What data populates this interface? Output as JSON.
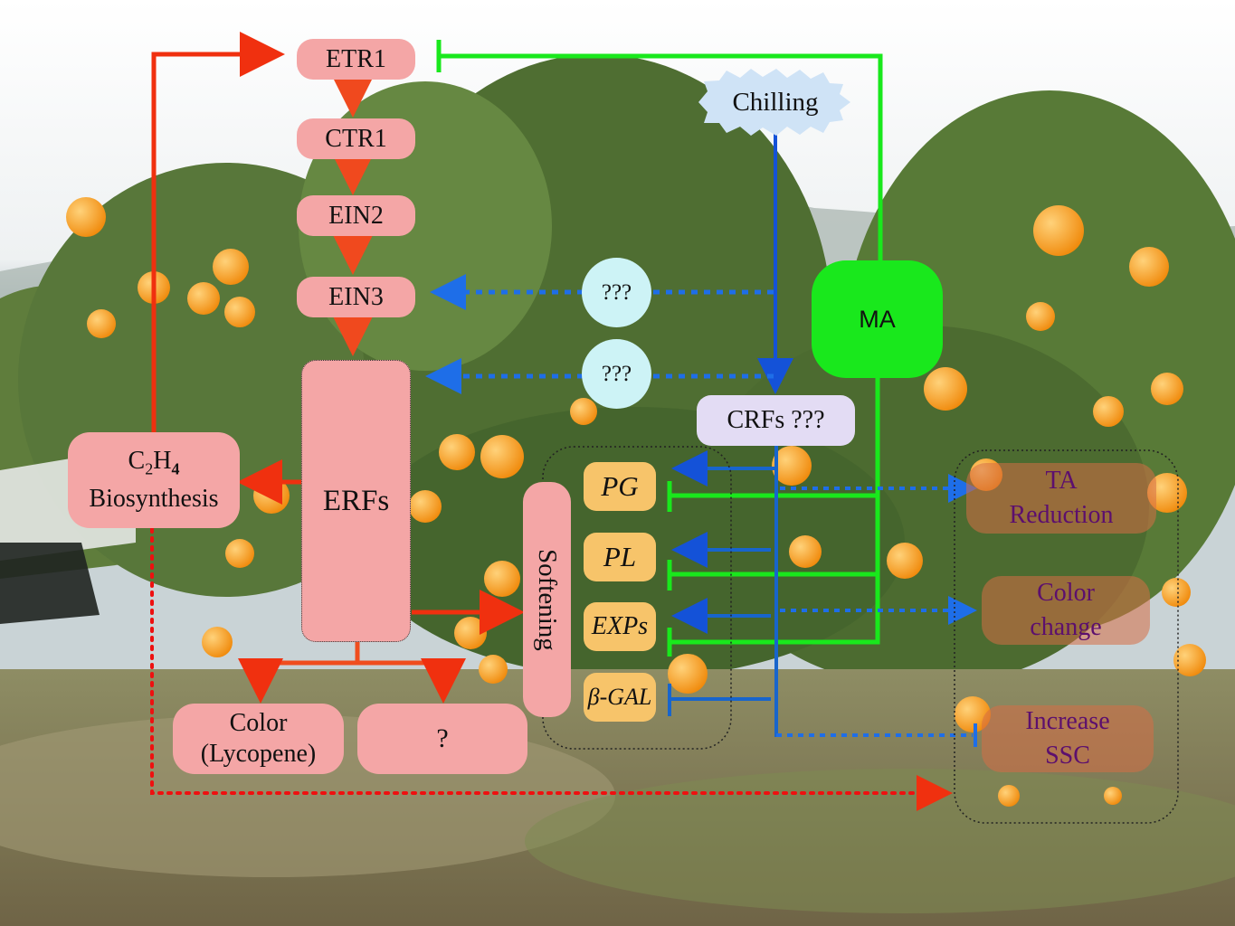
{
  "ethylene_pathway": {
    "etr1": "ETR1",
    "ctr1": "CTR1",
    "ein2": "EIN2",
    "ein3": "EIN3",
    "erfs": "ERFs",
    "c2h4_main": "C",
    "c2h4_sub2": "2",
    "c2h4_h": "H",
    "c2h4_sub4": "4",
    "c2h4_label": "Biosynthesis",
    "color_line1": "Color",
    "color_line2": "(Lycopene)",
    "unknown": "?",
    "softening": "Softening"
  },
  "chilling_pathway": {
    "chilling": "Chilling",
    "unknown1": "???",
    "unknown2": "???",
    "crfs": "CRFs ???"
  },
  "ma": {
    "label": "MA"
  },
  "genes": {
    "pg": "PG",
    "pl": "PL",
    "exps": "EXPs",
    "bgal": "β-GAL"
  },
  "outcomes": {
    "ta_line1": "TA",
    "ta_line2": "Reduction",
    "color_line1": "Color",
    "color_line2": "change",
    "ssc_line1": "Increase",
    "ssc_line2": "SSC"
  },
  "colors": {
    "ethylene_arrow": "#f0300f",
    "ma_green": "#19e81c",
    "chilling_blue": "#1452d8",
    "node_pink": "#f4a6a6",
    "gene_orange": "#f7c46a",
    "outcome_purple": "#5c0f6e"
  }
}
